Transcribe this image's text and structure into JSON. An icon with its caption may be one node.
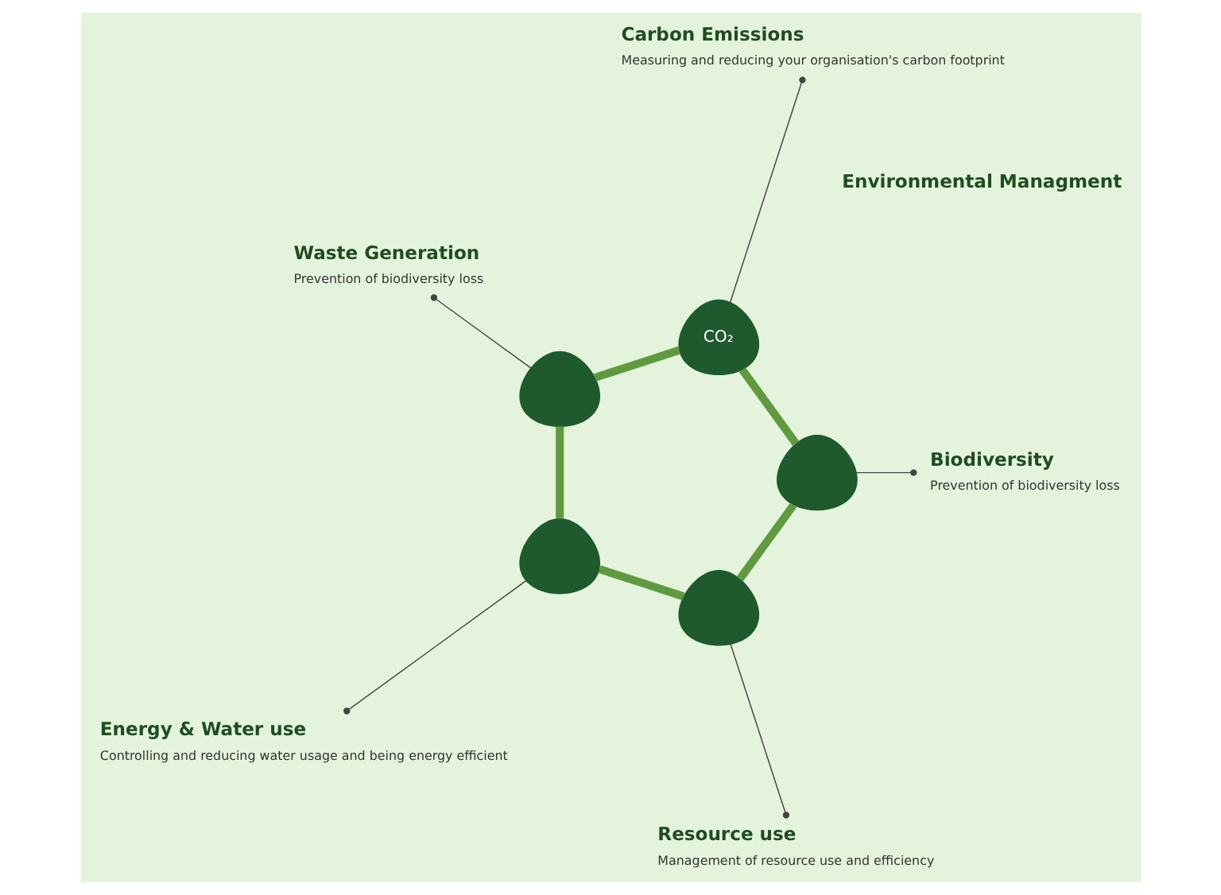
{
  "diagram": {
    "nodes": [
      {
        "text": [
          "Environmental Managment"
        ]
      },
      {
        "text": [],
        "shape": "leaf"
      },
      {
        "text": [],
        "shape": "leaf"
      },
      {
        "text": [
          "CO₂"
        ]
      },
      {
        "text": [],
        "shape": "leaf"
      },
      {
        "text": [],
        "shape": "leaf"
      },
      {
        "text": [
          "Resource use",
          "Management of resource use and efficiency"
        ]
      },
      {
        "text": [
          "Energy & Water use",
          "Controlling and reducing water usage and being energy efficient"
        ]
      },
      {
        "text": [
          "Waste Generation",
          "Prevention of biodiversity loss"
        ]
      },
      {
        "text": [
          "Carbon Emissions",
          "Measuring and reducing your organisation's carbon footprint"
        ]
      },
      {
        "text": [
          "Biodiversity",
          "Prevention of biodiversity loss"
        ]
      }
    ],
    "edges": [
      {
        "from": 1,
        "to": 2,
        "arrow": "none",
        "style": "thick",
        "color": "#5f9a3e"
      },
      {
        "from": 2,
        "to": 4,
        "arrow": "none",
        "style": "thick",
        "color": "#5f9a3e"
      },
      {
        "from": 4,
        "to": 3,
        "arrow": "none",
        "style": "thick",
        "color": "#5f9a3e"
      },
      {
        "from": 3,
        "to": 5,
        "arrow": "none",
        "style": "thick",
        "color": "#5f9a3e"
      },
      {
        "from": 5,
        "to": 1,
        "arrow": "none",
        "style": "thick",
        "color": "#5f9a3e"
      },
      {
        "from": 6,
        "to": 1,
        "arrow": "other"
      },
      {
        "from": 7,
        "to": 2,
        "arrow": "other"
      },
      {
        "from": 8,
        "to": 4,
        "arrow": "other"
      },
      {
        "from": 9,
        "to": 3,
        "arrow": "other"
      },
      {
        "from": 10,
        "to": 5,
        "arrow": "other"
      }
    ]
  }
}
